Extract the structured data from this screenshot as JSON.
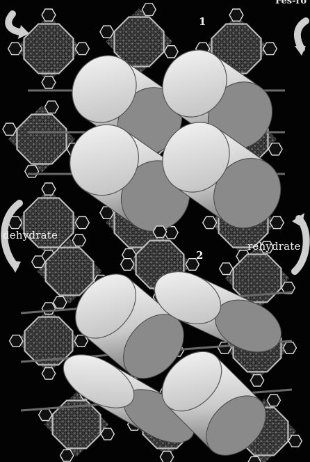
{
  "figure": {
    "panels": [
      {
        "id": "1",
        "label": "1",
        "pore_orientation": "straight channels, viewed along axis"
      },
      {
        "id": "2",
        "label": "2",
        "pore_orientation": "channels tilted / sheared"
      }
    ],
    "arrows": {
      "left_label": "dehydrate",
      "right_label": "rehydrate",
      "top_right_clipped_label": "Fes-ro"
    },
    "colors": {
      "background": "#030303",
      "framework": "#bdbdbd",
      "cylinder": "#d9d9d9",
      "text": "#f2f2f2"
    }
  }
}
